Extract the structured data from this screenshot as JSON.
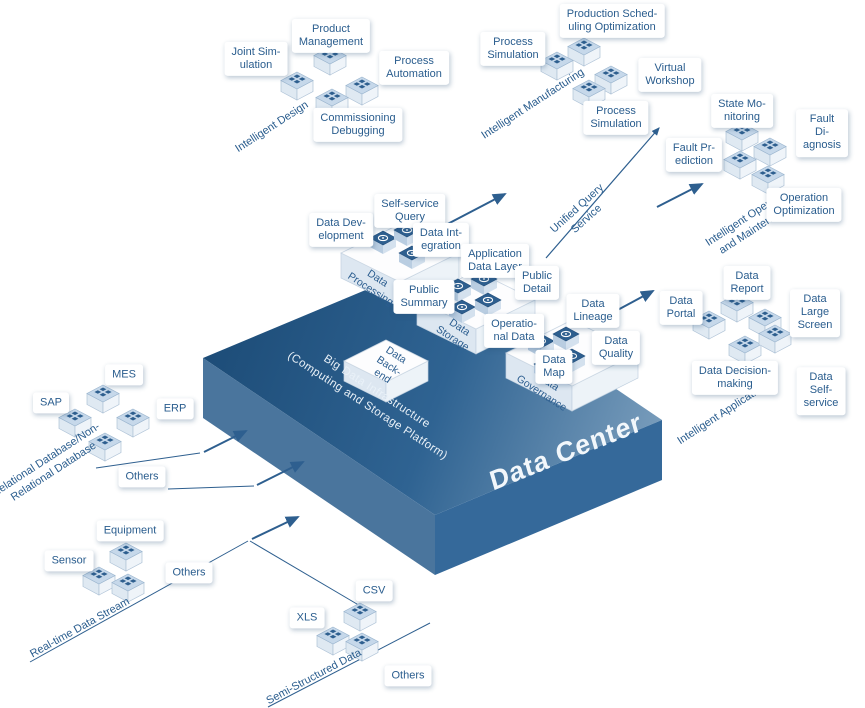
{
  "diagram_title": "Data Center",
  "colors": {
    "accent": "#2e5f8f",
    "tag_text": "#2a5d8e",
    "platform_dark": "#1b4a75",
    "platform_mid": "#2f6392",
    "platform_light": "#86a7c3",
    "face_left": "#4a759d",
    "face_right": "#35699a"
  },
  "icons": {
    "source_node": "iso-cube-icon",
    "module_node": "iso-tile-icon"
  },
  "platform": {
    "name": "Data Center",
    "infrastructure": "Big Data Infrastructure\n(Computing and Storage Platform)",
    "unified_query": "Unified Query\nService",
    "stacks": {
      "processing": {
        "label": "Data\nProcessing",
        "tags": {
          "dev": "Data Dev-\nelopment",
          "query": "Self-service\nQuery",
          "integration": "Data Int-\negration"
        }
      },
      "storage": {
        "label": "Data\nStorage",
        "tags": {
          "app_layer": "Application\nData Layer",
          "summary": "Public\nSummary",
          "detail": "Public\nDetail",
          "operational": "Operatio-\nnal Data"
        }
      },
      "governance": {
        "label": "Data\nGovernance",
        "tags": {
          "lineage": "Data\nLineage",
          "quality": "Data\nQuality",
          "map": "Data\nMap"
        }
      },
      "backend": {
        "label": "Data\nBack-\nend"
      }
    }
  },
  "clusters": {
    "design": {
      "label": "Intelligent Design",
      "items": {
        "joint_simulation": "Joint Sim-\nulation",
        "product_management": "Product\nManagement",
        "process_automation": "Process\nAutomation",
        "commissioning_debugging": "Commissioning\nDebugging"
      }
    },
    "manufacturing": {
      "label": "Intelligent Manufacturing",
      "items": {
        "process_simulation_1": "Process\nSimulation",
        "production_scheduling": "Production Sched-\nuling Optimization",
        "virtual_workshop": "Virtual\nWorkshop",
        "process_simulation_2": "Process\nSimulation"
      }
    },
    "operation": {
      "label": "Intelligent Operation\nand Maintenance",
      "items": {
        "state_monitoring": "State Mo-\nnitoring",
        "fault_diagnosis": "Fault Di-\nagnosis",
        "fault_prediction": "Fault Pr-\nediction",
        "operation_optimization": "Operation\nOptimization"
      }
    },
    "application": {
      "label": "Intelligent Application",
      "items": {
        "data_report": "Data\nReport",
        "data_large_screen": "Data Large\nScreen",
        "data_portal": "Data\nPortal",
        "data_decision": "Data Decision-\nmaking",
        "data_self_service": "Data Self-\nservice"
      }
    }
  },
  "sources": {
    "relational": {
      "label": "Relational Database/Non-\nRelational Database",
      "items": {
        "sap": "SAP",
        "mes": "MES",
        "erp": "ERP",
        "others": "Others"
      }
    },
    "realtime": {
      "label": "Real-time Data Stream",
      "items": {
        "sensor": "Sensor",
        "equipment": "Equipment",
        "others": "Others"
      }
    },
    "semi_structured": {
      "label": "Semi-Structured Data",
      "items": {
        "xls": "XLS",
        "csv": "CSV",
        "others": "Others"
      }
    }
  }
}
